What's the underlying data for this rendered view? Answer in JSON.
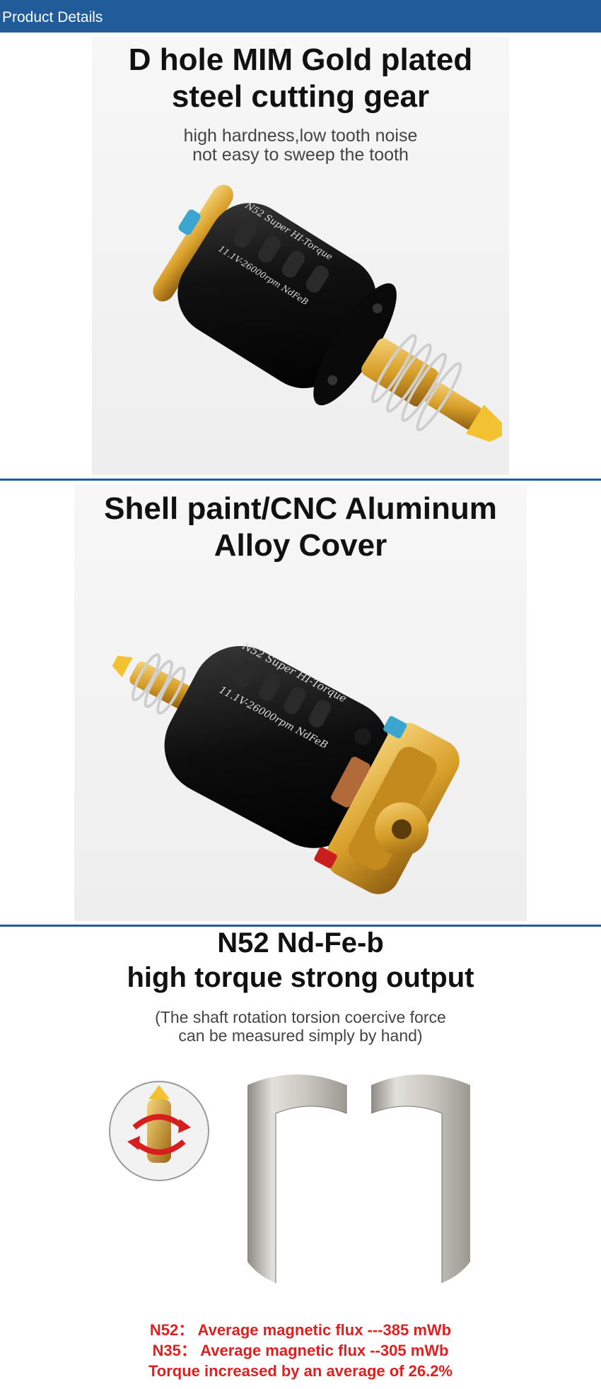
{
  "header": {
    "title": "Product Details"
  },
  "section1": {
    "title_line1": "D hole MIM Gold plated",
    "title_line2": "steel cutting gear",
    "sub_line1": "high hardness,low tooth noise",
    "sub_line2": "not easy to sweep the tooth",
    "motor_text1": "N52 Super   HI-Torque",
    "motor_text2": "11.1V-26000rpm NdFeB"
  },
  "section2": {
    "title_line1": "Shell paint/CNC Aluminum",
    "title_line2": "Alloy Cover",
    "motor_text1": "N52 Super   HI-Torque",
    "motor_text2": "11.1V-26000rpm NdFeB"
  },
  "section3": {
    "title_line1": "N52 Nd-Fe-b",
    "title_line2": "high torque strong output",
    "sub_line1": "(The shaft rotation torsion coercive force",
    "sub_line2": "can be measured simply by hand)"
  },
  "stats": {
    "line1": "N52：  Average magnetic flux ---385 mWb",
    "line2": "N35：  Average magnetic flux --305 mWb",
    "line3": "Torque increased by an average of 26.2%"
  },
  "colors": {
    "header": "#1f5c99",
    "gold": "#d9a02a",
    "black_shell": "#111111",
    "stat_red": "#e02020"
  }
}
